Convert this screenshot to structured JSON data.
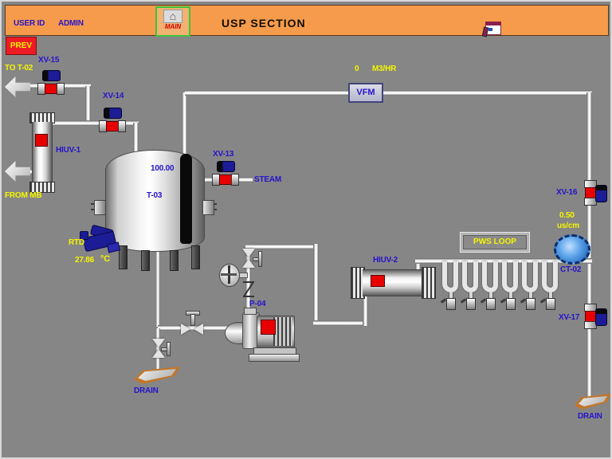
{
  "header": {
    "user_id_label": "USER ID",
    "user_name": "ADMIN",
    "main_button": "MAIN",
    "title": "USP SECTION"
  },
  "nav": {
    "prev": "PREV"
  },
  "flow_meter": {
    "value": "0",
    "unit": "M3/HR",
    "tag": "VFM"
  },
  "tank": {
    "tag": "T-03",
    "level": "100.00"
  },
  "temperature": {
    "sensor": "RTD",
    "value": "27.86",
    "unit": "°C"
  },
  "conductivity": {
    "tag": "CT-02",
    "value": "0.50",
    "unit": "us/cm"
  },
  "valves": {
    "xv13": "XV-13",
    "xv14": "XV-14",
    "xv15": "XV-15",
    "xv16": "XV-16",
    "xv17": "XV-17"
  },
  "equipment": {
    "hiuv1": "HIUV-1",
    "hiuv2": "HIUV-2",
    "pump": "P-04",
    "pws_loop": "PWS LOOP"
  },
  "streams": {
    "to_t02": "TO T-02",
    "from_mb": "FROM MB",
    "steam": "STEAM",
    "drain_left": "DRAIN",
    "drain_right": "DRAIN"
  },
  "colors": {
    "background": "#868686",
    "header_bg": "#F59B4B",
    "label_blue": "#2613CB",
    "label_yellow": "#F5F500",
    "status_red": "#E80000",
    "actuator_blue": "#1C1C96",
    "pipe_light": "#F0F0F0",
    "ct_blue": "#3D8FD8",
    "pan_tan": "#C0762C"
  }
}
